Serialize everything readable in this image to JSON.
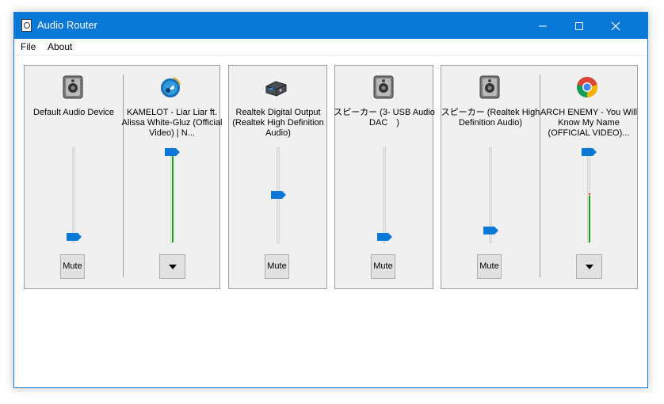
{
  "window": {
    "title": "Audio Router"
  },
  "menu": {
    "file": "File",
    "about": "About"
  },
  "groups": [
    {
      "device": {
        "name": "Default Audio Device",
        "icon": "speaker-icon",
        "mute_label": "Mute",
        "volume_percent": 5
      },
      "app": {
        "name": "KAMELOT - Liar Liar ft. Alissa White-Gluz (Official Video) | N...",
        "icon": "media-player-icon",
        "volume_percent": 100,
        "peak_percent": 95
      }
    },
    {
      "device": {
        "name": "Realtek Digital Output (Realtek High Definition Audio)",
        "icon": "digital-output-icon",
        "mute_label": "Mute",
        "volume_percent": 50
      }
    },
    {
      "device": {
        "name": "スピーカー (3- USB Audio DAC　)",
        "icon": "speaker-icon",
        "mute_label": "Mute",
        "volume_percent": 5
      }
    },
    {
      "device": {
        "name": "スピーカー (Realtek High Definition Audio)",
        "icon": "speaker-icon",
        "mute_label": "Mute",
        "volume_percent": 10
      },
      "app": {
        "name": "ARCH ENEMY - You Will Know My Name (OFFICIAL VIDEO)...",
        "icon": "chrome-icon",
        "volume_percent": 100,
        "peak_percent": 50
      }
    }
  ],
  "colors": {
    "accent": "#0a78d7",
    "level": "#17a817"
  }
}
